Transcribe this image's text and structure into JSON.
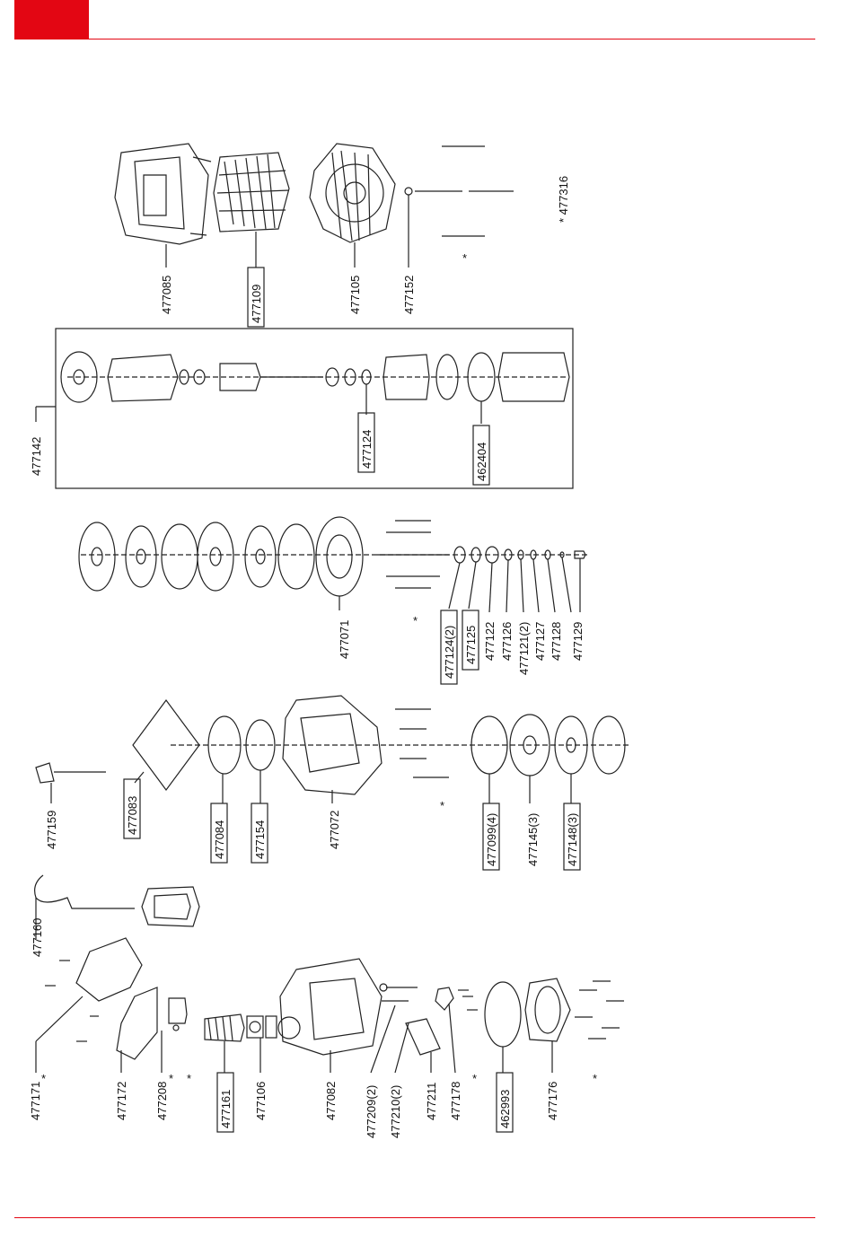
{
  "colors": {
    "brand_red": "#e30613",
    "line": "#222222"
  },
  "parts": {
    "p477085": "477085",
    "p477109": "477109",
    "p477105": "477105",
    "p477152": "477152",
    "p477316": "* 477316",
    "p477142": "477142",
    "p477124": "477124",
    "p462404": "462404",
    "p477071": "477071",
    "p477124x2": "477124(2)",
    "p477125": "477125",
    "p477122": "477122",
    "p477126": "477126",
    "p477121x2": "477121(2)",
    "p477127": "477127",
    "p477128": "477128",
    "p477129": "477129",
    "p477159": "477159",
    "p477083": "477083",
    "p477084": "477084",
    "p477154": "477154",
    "p477072": "477072",
    "p477099x4": "477099(4)",
    "p477145x3": "477145(3)",
    "p477148x3": "477148(3)",
    "p477160": "477160",
    "p477171": "477171",
    "p477172": "477172",
    "p477208": "477208",
    "p477161": "477161",
    "p477106": "477106",
    "p477082": "477082",
    "p477209x2": "477209(2)",
    "p477210x2": "477210(2)",
    "p477211": "477211",
    "p477178": "477178",
    "p462993": "462993",
    "p477176": "477176"
  },
  "star": "*"
}
